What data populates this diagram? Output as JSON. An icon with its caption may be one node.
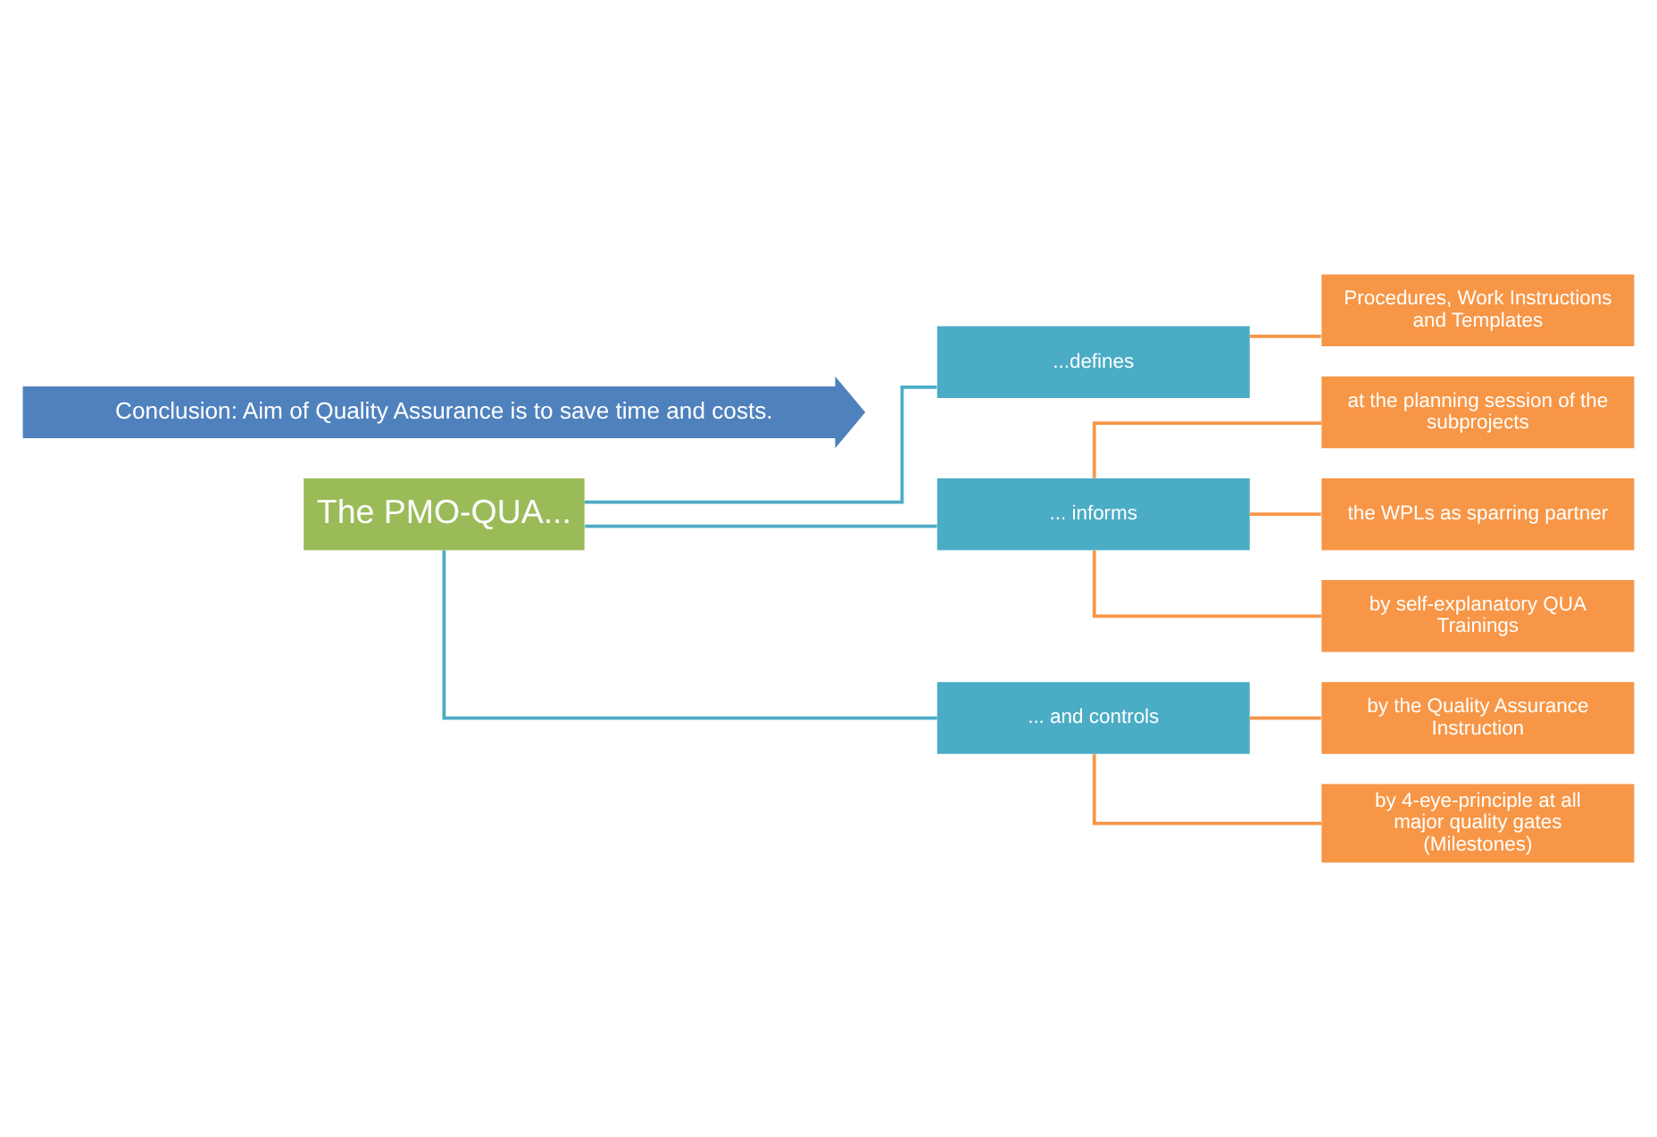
{
  "diagram": {
    "nodes": [
      {
        "text": [
          "The PMO-QUA..."
        ]
      },
      {
        "text": [
          "...defines"
        ]
      },
      {
        "text": [
          "... informs"
        ]
      },
      {
        "text": [
          "... and controls"
        ]
      },
      {
        "text": [
          "Procedures, Work Instructions and Templates"
        ]
      },
      {
        "text": [
          "at the planning session of the subprojects"
        ]
      },
      {
        "text": [
          "the WPLs as sparring partner"
        ]
      },
      {
        "text": [
          "by self-explanatory QUA Trainings"
        ]
      },
      {
        "text": [
          "by the Quality Assurance Instruction"
        ]
      },
      {
        "text": [
          "by 4-eye-principle at all major quality gates (Milestones)"
        ]
      },
      {
        "text": [
          "Conclusion: Aim of Quality Assurance is to save time and costs."
        ]
      }
    ],
    "edges": [
      {
        "from": 0,
        "to": 1,
        "arrow": "none",
        "color": "#4bacc6"
      },
      {
        "from": 0,
        "to": 2,
        "arrow": "none",
        "color": "#4bacc6"
      },
      {
        "from": 0,
        "to": 3,
        "arrow": "none",
        "color": "#4bacc6"
      },
      {
        "from": 1,
        "to": 4,
        "arrow": "none"
      },
      {
        "from": 2,
        "to": 5,
        "arrow": "none"
      },
      {
        "from": 2,
        "to": 6,
        "arrow": "none"
      },
      {
        "from": 2,
        "to": 7,
        "arrow": "none"
      },
      {
        "from": 3,
        "to": 8,
        "arrow": "none"
      },
      {
        "from": 3,
        "to": 9,
        "arrow": "none"
      }
    ]
  }
}
